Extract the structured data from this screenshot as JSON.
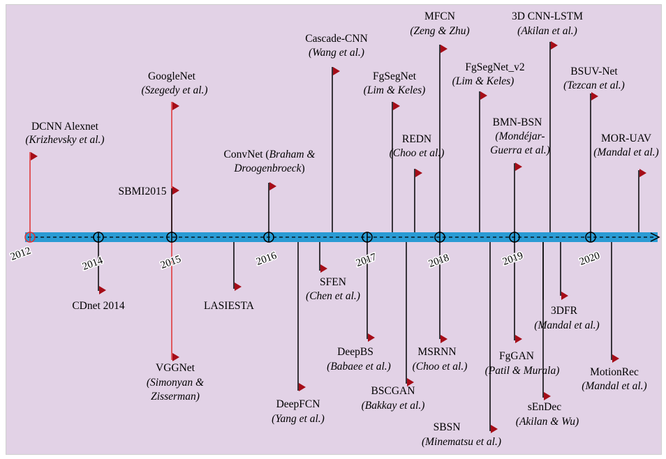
{
  "years": [
    "2012",
    "2014",
    "2015",
    "2016",
    "2017",
    "2018",
    "2019",
    "2020"
  ],
  "entries": {
    "dcnn": {
      "name": "DCNN Alexnet",
      "authors": "Krizhevsky et al."
    },
    "cdnet": {
      "name": "CDnet 2014",
      "authors": ""
    },
    "googlenet": {
      "name": "GoogleNet",
      "authors": "Szegedy et al."
    },
    "sbmi": {
      "name": "SBMI2015",
      "authors": ""
    },
    "vggnet": {
      "name": "VGGNet",
      "authors": "Simonyan & Zisserman"
    },
    "lasiesta": {
      "name": "LASIESTA",
      "authors": ""
    },
    "convnet": {
      "name": "ConvNet",
      "authors": "Braham & Droogenbroeck"
    },
    "deepfcn": {
      "name": "DeepFCN",
      "authors": "Yang et al."
    },
    "cascadecnn": {
      "name": "Cascade-CNN",
      "authors": "Wang et al."
    },
    "sfen": {
      "name": "SFEN",
      "authors": "Chen et al."
    },
    "fgsegnet": {
      "name": "FgSegNet",
      "authors": "Lim & Keles"
    },
    "deepbs": {
      "name": "DeepBS",
      "authors": "Babaee et al."
    },
    "redn": {
      "name": "REDN",
      "authors": "Choo et al."
    },
    "bscgan": {
      "name": "BSCGAN",
      "authors": "Bakkay et al."
    },
    "mfcn": {
      "name": "MFCN",
      "authors": "Zeng & Zhu"
    },
    "msrnn": {
      "name": "MSRNN",
      "authors": "Choo et al."
    },
    "fgsegnetv2": {
      "name": "FgSegNet_v2",
      "authors": "Lim & Keles"
    },
    "sbsn": {
      "name": "SBSN",
      "authors": "Minematsu et al."
    },
    "bmnbsn": {
      "name": "BMN-BSN",
      "authors": "Mondéjar-Guerra et al."
    },
    "fggan": {
      "name": "FgGAN",
      "authors": "Patil & Murala"
    },
    "cnnlstm": {
      "name": "3D CNN-LSTM",
      "authors": "Akilan et al."
    },
    "sendec": {
      "name": "sEnDec",
      "authors": "Akilan & Wu"
    },
    "dfr3": {
      "name": "3DFR",
      "authors": "Mandal et al."
    },
    "bsuvnet": {
      "name": "BSUV-Net",
      "authors": "Tezcan et al."
    },
    "morua": {
      "name": "MOR-UAV",
      "authors": "Mandal et al."
    },
    "motionrec": {
      "name": "MotionRec",
      "authors": "Mandal et al."
    }
  },
  "colors": {
    "background": "#e2d2e6",
    "axis": "#2a9bd4",
    "flag": "#a50d18",
    "highlight_stem": "#e03030",
    "stem": "#000000"
  }
}
